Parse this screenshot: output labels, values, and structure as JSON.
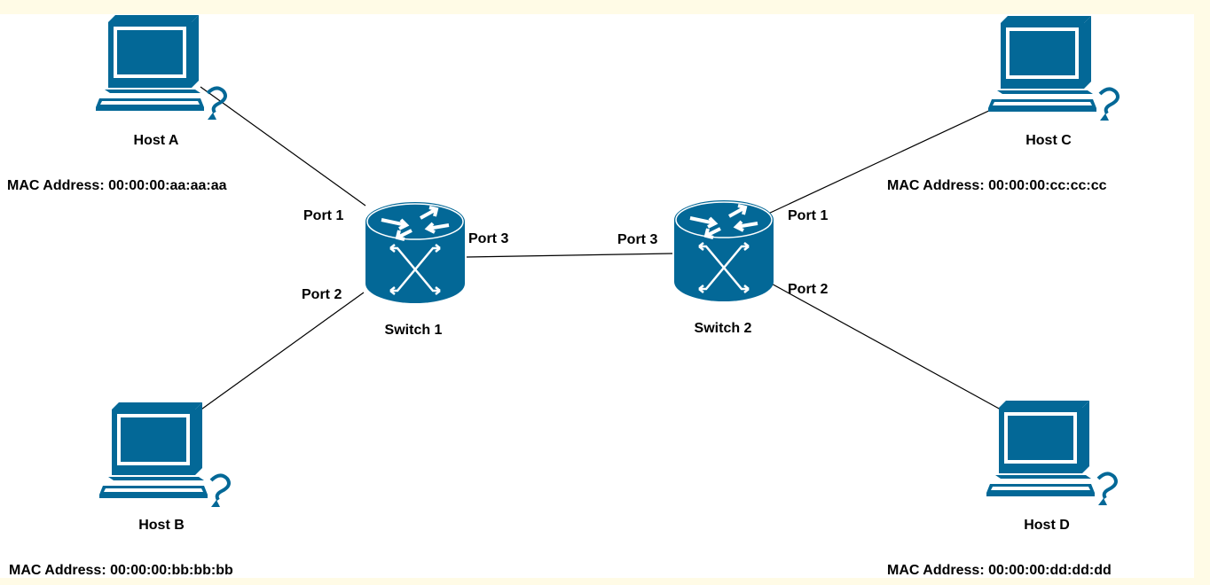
{
  "colors": {
    "frame": "#fffbe6",
    "canvas": "#ffffff",
    "device": "#036897",
    "line": "#000000"
  },
  "hosts": {
    "a": {
      "name": "Host A",
      "mac": "MAC Address: 00:00:00:aa:aa:aa",
      "icon": "computer-icon"
    },
    "b": {
      "name": "Host B",
      "mac": "MAC Address: 00:00:00:bb:bb:bb",
      "icon": "computer-icon"
    },
    "c": {
      "name": "Host C",
      "mac": "MAC Address: 00:00:00:cc:cc:cc",
      "icon": "computer-icon"
    },
    "d": {
      "name": "Host D",
      "mac": "MAC Address: 00:00:00:dd:dd:dd",
      "icon": "computer-icon"
    }
  },
  "switches": {
    "s1": {
      "name": "Switch 1",
      "icon": "switch-icon",
      "port1": "Port 1",
      "port2": "Port 2",
      "port3": "Port 3"
    },
    "s2": {
      "name": "Switch 2",
      "icon": "switch-icon",
      "port1": "Port 1",
      "port2": "Port 2",
      "port3": "Port 3"
    }
  }
}
